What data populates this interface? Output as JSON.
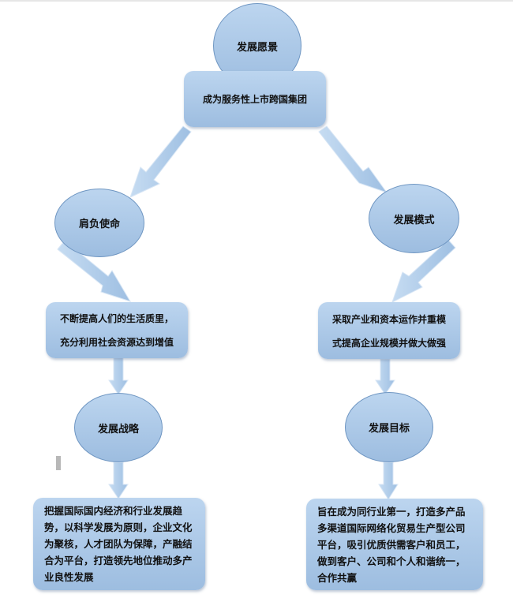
{
  "nodes": {
    "vision": "发展愿景",
    "vision_desc": "成为服务性上市跨国集团",
    "mission": "肩负使命",
    "mode": "发展模式",
    "mission_desc": [
      "不断提高人们的生活质里，",
      "充分利用社会资源达到增值"
    ],
    "mode_desc": [
      "采取产业和资本运作并重模",
      "式提高企业规模并做大做强"
    ],
    "strategy": "发展战略",
    "goal": "发展目标",
    "strategy_desc": "把握国际国内经济和行业发展趋势，以科学发展为原则，企业文化为聚核，人才团队为保障，产融结合为平台，打造领先地位推动多产业良性发展",
    "goal_desc": "旨在成为同行业第一，打造多产品多渠道国际网络化贸易生产型公司平台，吸引优质供需客户和员工，做到客户、公司和个人和谐统一，合作共赢"
  },
  "colors": {
    "fill_top": "#bcd5ef",
    "fill_bottom": "#9dbde0",
    "border": "#6f96c2",
    "arrow": "#a9c8e8"
  }
}
